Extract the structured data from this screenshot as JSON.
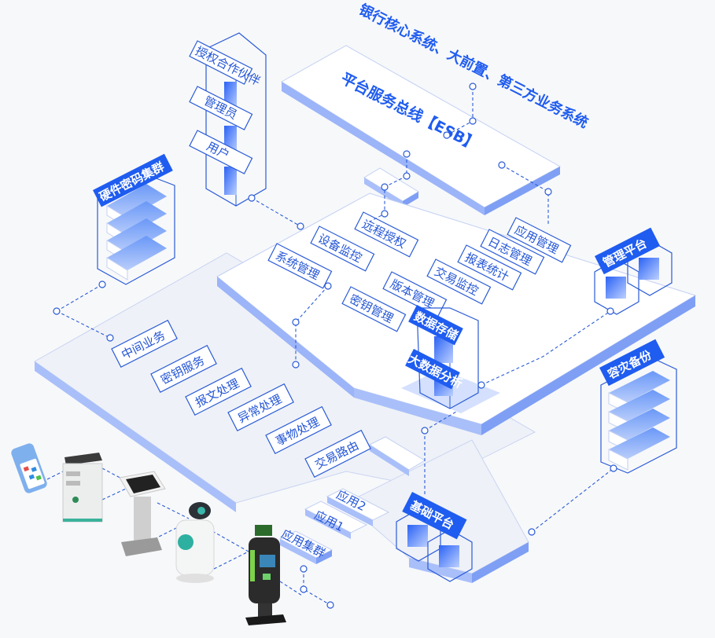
{
  "diagram": {
    "title_top": "银行核心系统、大前置、第三方业务系统",
    "esb_label": "平台服务总线【ESB】",
    "identity_stack": [
      "授权合作伙伴",
      "管理员",
      "用户"
    ],
    "hsm_cluster": "硬件密码集群",
    "management_functions": [
      "远程授权",
      "设备监控",
      "系统管理",
      "密钥管理",
      "版本管理",
      "交易监控",
      "报表统计",
      "日志管理",
      "应用管理"
    ],
    "management_platform": "管理平台",
    "data_storage": "数据存储",
    "big_data": "大数据分析",
    "middleware_services": [
      "中间业务",
      "密钥服务",
      "报文处理",
      "异常处理",
      "事物处理",
      "交易路由"
    ],
    "disaster_backup": "容灾备份",
    "app_items": [
      "应用2",
      "应用1"
    ],
    "app_cluster": "应用集群",
    "base_platform": "基础平台",
    "terminals": [
      "pos-handheld",
      "self-service-kiosk",
      "smart-kiosk-stand",
      "service-robot",
      "atm-machine"
    ],
    "colors": {
      "primary": "#1f5cf0",
      "line": "#2a5bd7",
      "slab_side": "#7f9ff5",
      "slab_top": "#ffffff",
      "floor": "#eef1f7"
    }
  }
}
